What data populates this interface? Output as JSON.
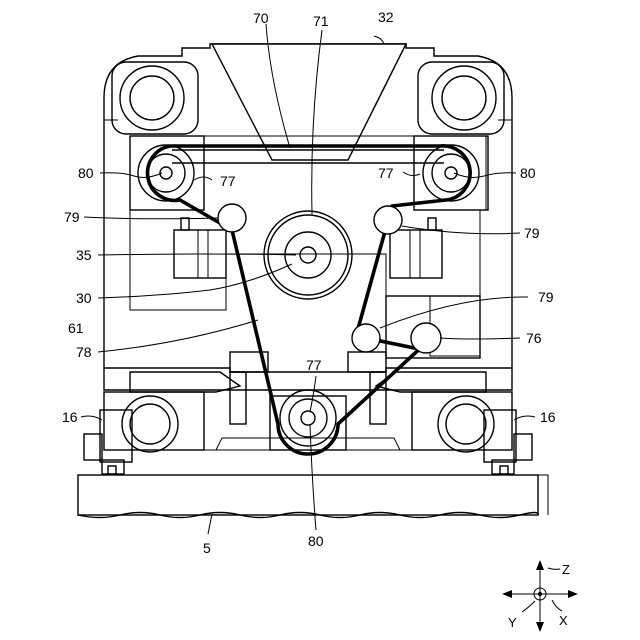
{
  "labels": {
    "n70": "70",
    "n71": "71",
    "n32": "32",
    "n80_left": "80",
    "n77_left": "77",
    "n77_right": "77",
    "n80_right": "80",
    "n79_left": "79",
    "n79_right_upper": "79",
    "n35": "35",
    "n30": "30",
    "n79_right_lower": "79",
    "n61": "61",
    "n76": "76",
    "n78": "78",
    "n77_bottom": "77",
    "n16_left": "16",
    "n16_right": "16",
    "n5": "5",
    "n80_bottom": "80"
  },
  "axes": {
    "z": "Z",
    "y": "Y",
    "x": "X"
  }
}
